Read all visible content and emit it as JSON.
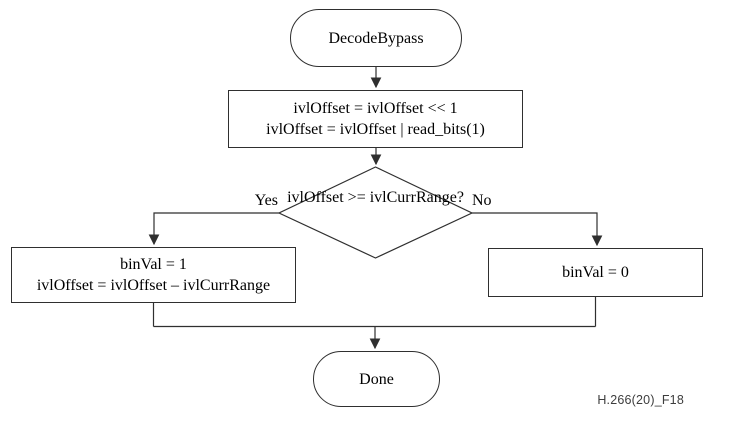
{
  "diagram": {
    "start_label": "DecodeBypass",
    "process": {
      "line1": "ivlOffset = ivlOffset << 1",
      "line2": "ivlOffset = ivlOffset | read_bits(1)"
    },
    "decision": {
      "line1": "ivlOffset >=",
      "line2": "ivlCurrRange?"
    },
    "branch_yes_label": "Yes",
    "branch_no_label": "No",
    "yes_box": {
      "line1": "binVal = 1",
      "line2": "ivlOffset = ivlOffset – ivlCurrRange"
    },
    "no_box": {
      "line1": "binVal = 0"
    },
    "end_label": "Done",
    "caption": "H.266(20)_F18",
    "colors": {
      "line": "#2f2f2f",
      "background": "#ffffff",
      "text": "#000000",
      "caption_text": "#3d3d3d"
    }
  }
}
